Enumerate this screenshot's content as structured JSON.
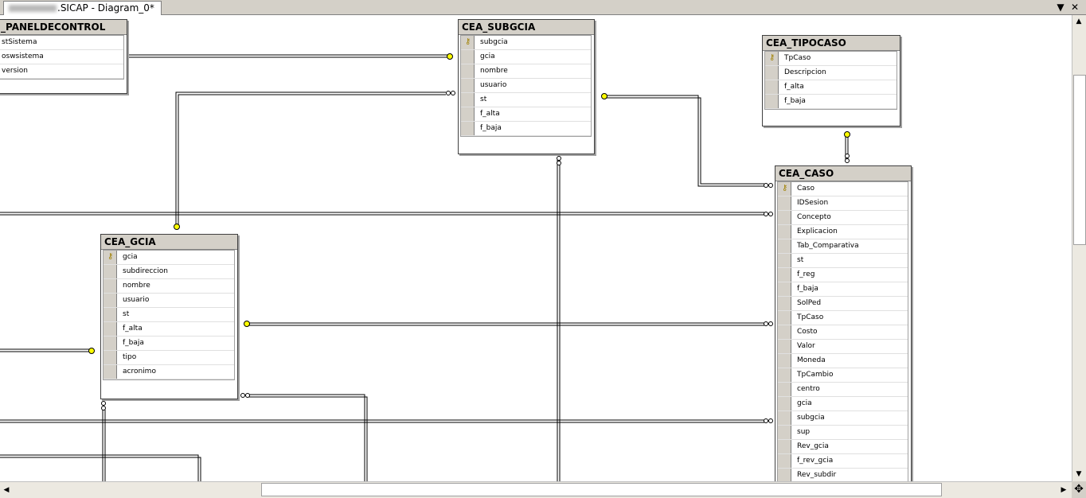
{
  "window": {
    "tab_title": ".SICAP - Diagram_0*",
    "buttons": {
      "dropdown": "▼",
      "close": "✕"
    }
  },
  "tables": {
    "paneldecontrol": {
      "name": "_PANELDECONTROL",
      "columns": [
        "stSistema",
        "oswsistema",
        "version"
      ]
    },
    "subgcia": {
      "name": "CEA_SUBGCIA",
      "columns": [
        "subgcia",
        "gcia",
        "nombre",
        "usuario",
        "st",
        "f_alta",
        "f_baja"
      ],
      "key_column": "subgcia"
    },
    "tipocaso": {
      "name": "CEA_TIPOCASO",
      "columns": [
        "TpCaso",
        "Descripcion",
        "f_alta",
        "f_baja"
      ],
      "key_column": "TpCaso"
    },
    "gcia": {
      "name": "CEA_GCIA",
      "columns": [
        "gcia",
        "subdireccion",
        "nombre",
        "usuario",
        "st",
        "f_alta",
        "f_baja",
        "tipo",
        "acronimo"
      ],
      "key_column": "gcia"
    },
    "caso": {
      "name": "CEA_CASO",
      "columns": [
        "Caso",
        "IDSesion",
        "Concepto",
        "Explicacion",
        "Tab_Comparativa",
        "st",
        "f_reg",
        "f_baja",
        "SolPed",
        "TpCaso",
        "Costo",
        "Valor",
        "Moneda",
        "TpCambio",
        "centro",
        "gcia",
        "subgcia",
        "sup",
        "Rev_gcia",
        "f_rev_gcia",
        "Rev_subdir"
      ],
      "key_column": "Caso"
    }
  },
  "icons": {
    "primary_key": "key-icon",
    "corner": "move-icon"
  },
  "colors": {
    "key_endpoint": "#ffff00",
    "background": "#ffffff",
    "chrome": "#d4d0c8"
  }
}
